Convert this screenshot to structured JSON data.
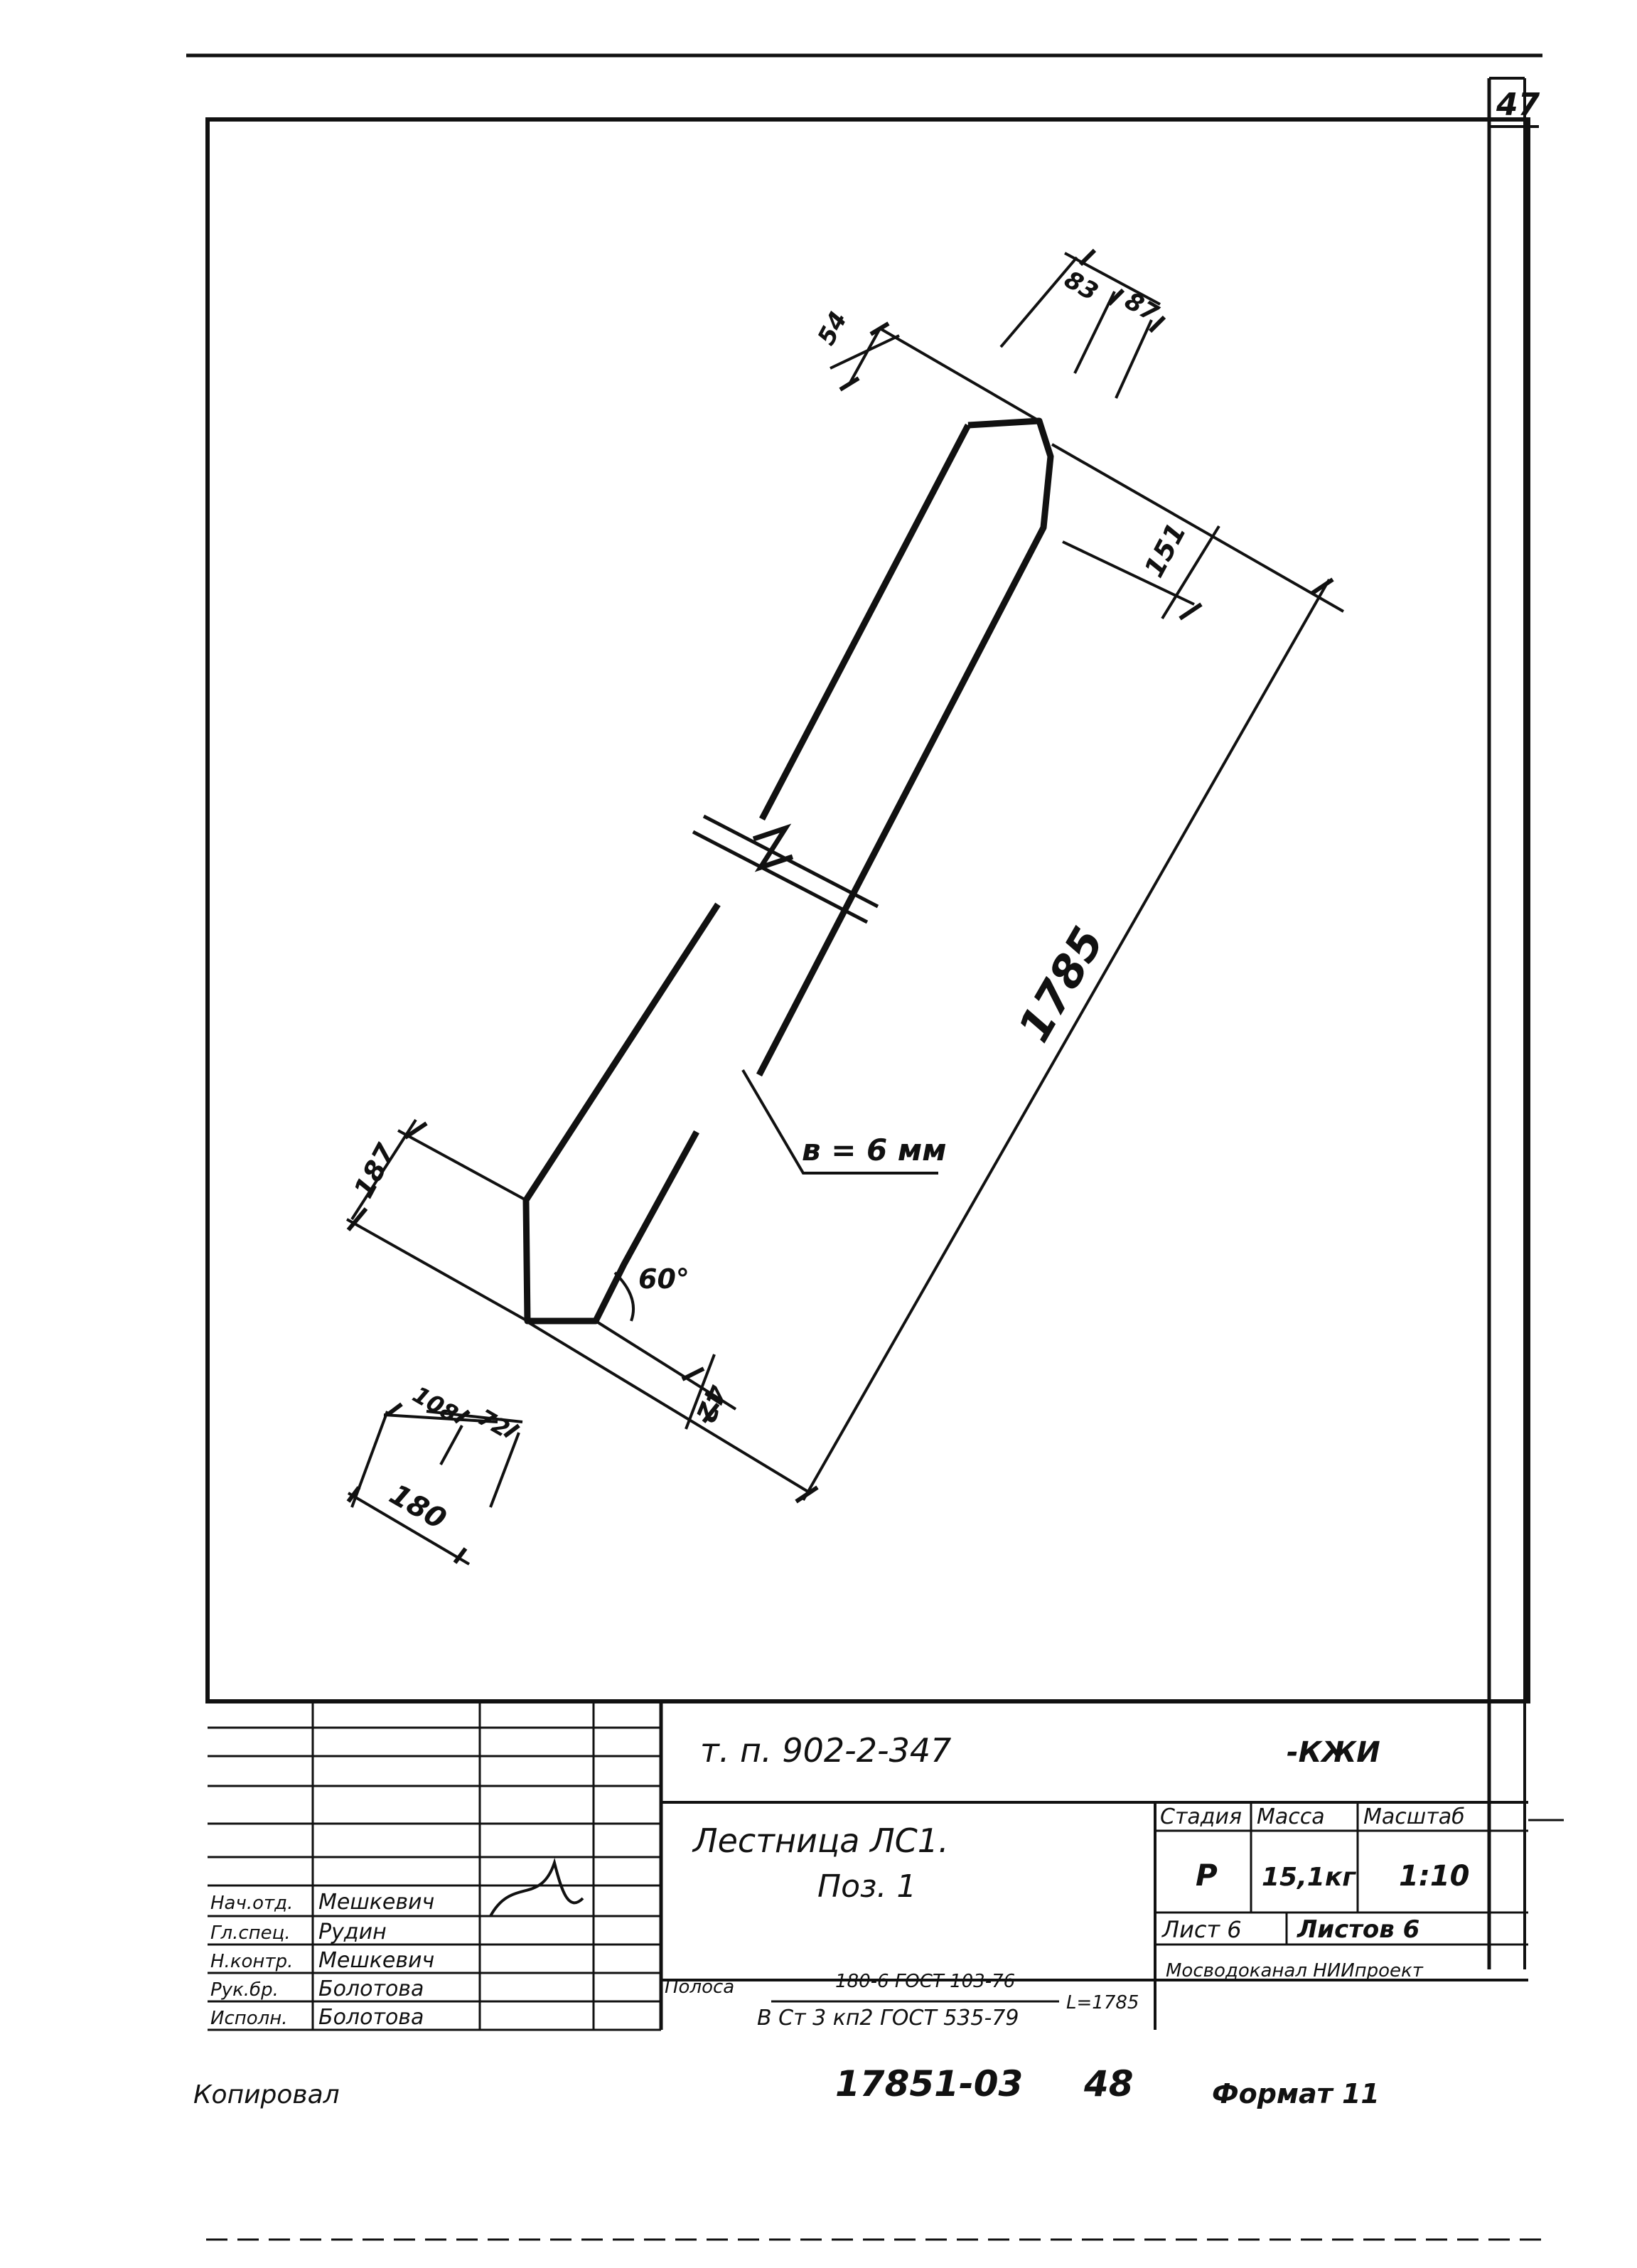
{
  "sheet_number": "47",
  "drawing": {
    "dimensions": {
      "d54": "54",
      "d83": "83",
      "d87": "87",
      "d151": "151",
      "d1785": "1785",
      "d187": "187",
      "d42": "42",
      "d108": "108",
      "d72": "72",
      "d180": "180"
    },
    "angle": "60°",
    "thickness": "в = 6 мм"
  },
  "title_block": {
    "project_code": "т. п.  902-2-347",
    "mark": "-КЖИ",
    "name_line1": "Лестница     ЛС1.",
    "name_line2": "Поз. 1",
    "stage_header": "Стадия",
    "mass_header": "Масса",
    "scale_header": "Масштаб",
    "stage": "Р",
    "mass": "15,1кг",
    "scale": "1:10",
    "sheet": "Лист 6",
    "sheets": "Листов 6",
    "organization": "Мосводоканал НИИпроект",
    "material_prefix": "Полоса",
    "material_top": "180-6 ГОСТ 103-76",
    "material_bottom": "В Ст 3 кп2 ГОСТ 535-79",
    "material_length": "L=1785",
    "staff": [
      {
        "role": "Нач.отд.",
        "name": "Мешкевич"
      },
      {
        "role": "Гл.спец.",
        "name": "Рудин"
      },
      {
        "role": "Н.контр.",
        "name": "Мешкевич"
      },
      {
        "role": "Рук.бр.",
        "name": "Болотова"
      },
      {
        "role": "Исполн.",
        "name": "Болотова"
      }
    ]
  },
  "footer": {
    "copied": "Копировал",
    "doc_number": "17851-03",
    "page": "48",
    "format": "Формат 11"
  }
}
